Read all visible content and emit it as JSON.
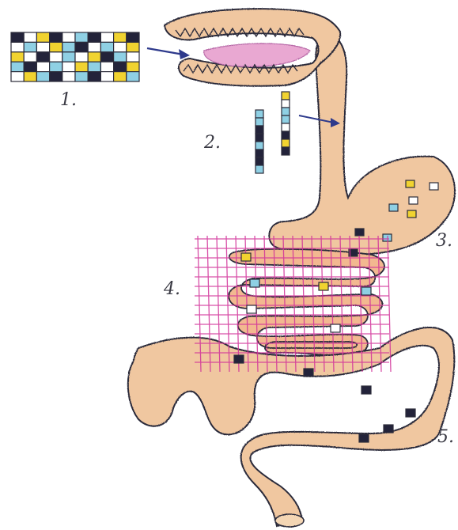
{
  "labels": {
    "step1": "1.",
    "step2": "2.",
    "step3": "3.",
    "step4": "4.",
    "step5": "5."
  },
  "palette": {
    "paper": "#ffffff",
    "ink": "#2c2c3a",
    "organ_fill": "#f0c7a0",
    "tongue_fill": "#e9a8d2",
    "grid_pink": "#d2329a",
    "tile_yellow": "#f1d330",
    "tile_cyan": "#8fd0e4",
    "tile_dark": "#23233a",
    "tile_white": "#ffffff",
    "arrow_blue": "#2e3a8c"
  },
  "icons": {
    "mosaic": "sweater-pattern-icon",
    "mouth": "mouth-icon",
    "digestive_tract": "digestive-tract-icon",
    "strips": "pattern-strip-icon",
    "net": "grid-net-icon"
  }
}
